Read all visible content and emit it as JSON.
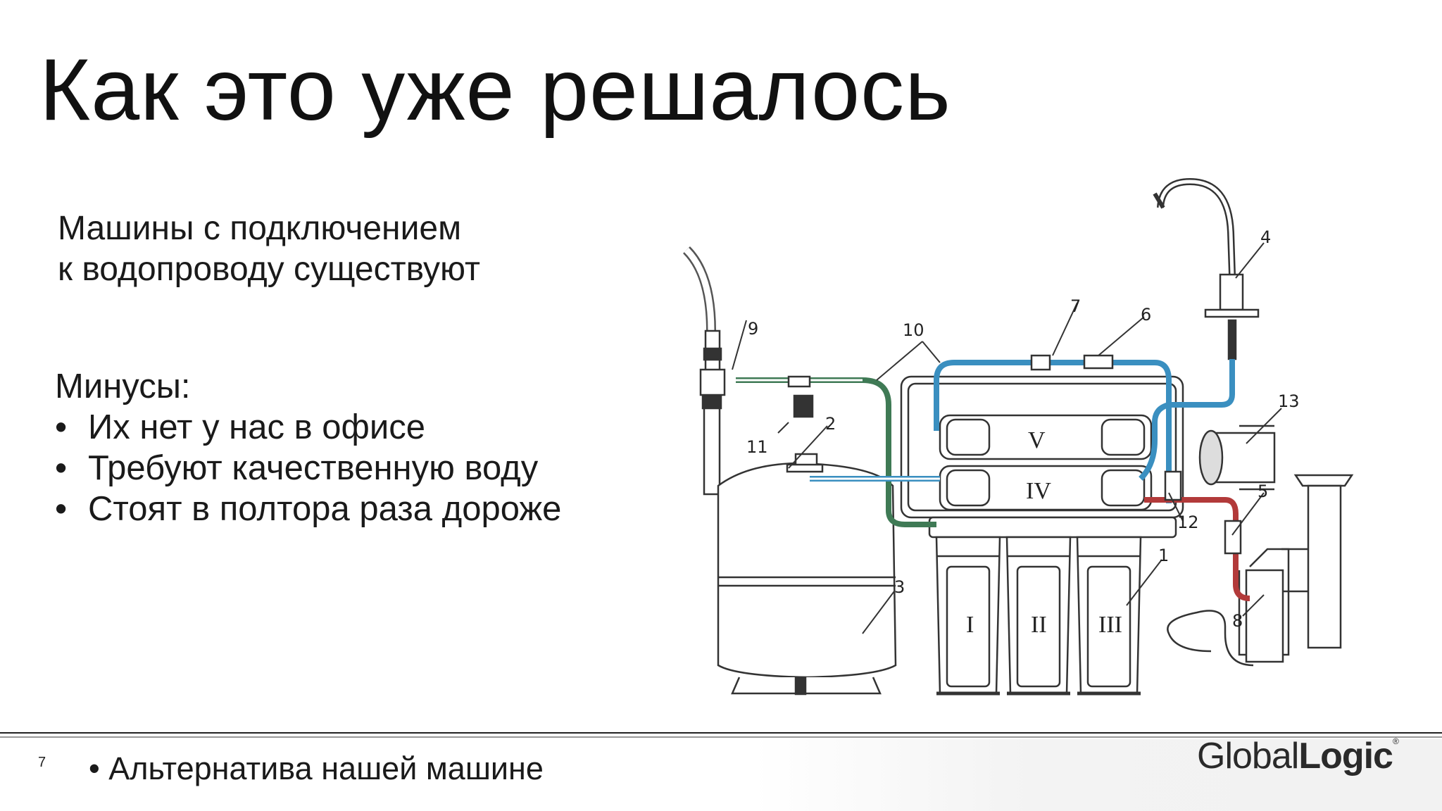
{
  "slide": {
    "title": "Как это уже решалось",
    "intro_lines": [
      "Машины с подключением",
      "к водопроводу существуют"
    ],
    "minuses_heading": "Минусы:",
    "minuses": [
      "Их нет у нас в офисе",
      "Требуют качественную воду",
      "Стоят в полтора раза дороже"
    ],
    "page_number": "7",
    "footer_bullet": "Альтернатива нашей машине",
    "bullet_char": "•"
  },
  "logo": {
    "part1": "Global",
    "part2": "Logic",
    "registered": "®"
  },
  "diagram": {
    "callouts": [
      "1",
      "2",
      "3",
      "4",
      "5",
      "6",
      "7",
      "8",
      "9",
      "10",
      "11",
      "12",
      "13"
    ],
    "stage_labels": [
      "I",
      "II",
      "III",
      "IV",
      "V"
    ]
  },
  "colors": {
    "pipe_blue": "#3a8fc0",
    "pipe_green": "#3f7a55",
    "pipe_red": "#b23a3a"
  }
}
